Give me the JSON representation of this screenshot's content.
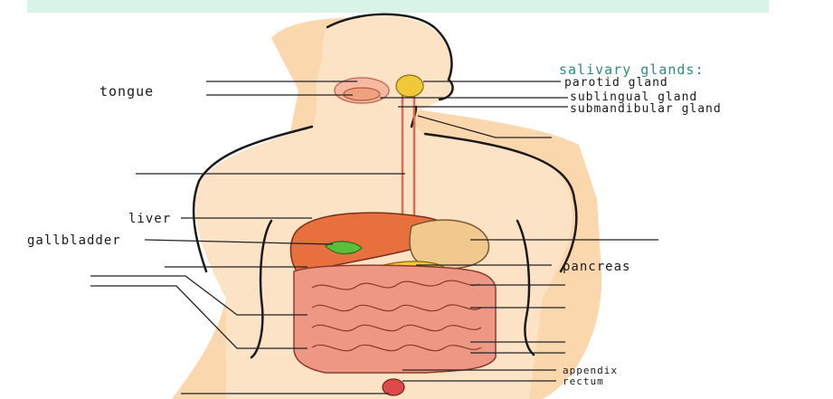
{
  "labels": {
    "tongue": "tongue",
    "salivary_heading": "salivary glands:",
    "parotid": "parotid gland",
    "sublingual": "sublingual gland",
    "submandibular": "submandibular gland",
    "liver": "liver",
    "gallbladder": "gallbladder",
    "pancreas": "pancreas",
    "appendix": "appendix",
    "rectum": "rectum"
  },
  "colors": {
    "top_band": "#d8f3e8",
    "skin_shadow": "#fbd7ae",
    "body_fill": "#fde3c6",
    "heading_text": "#2e8b7a",
    "liver": "#e8703f",
    "stomach": "#f1c98e",
    "gallbladder": "#5cbf3c",
    "pancreas": "#f3c735",
    "intestine": "#ee9784",
    "parotid": "#f0c93a",
    "tongue": "#f0a27f",
    "rectum": "#dc4a4a"
  }
}
